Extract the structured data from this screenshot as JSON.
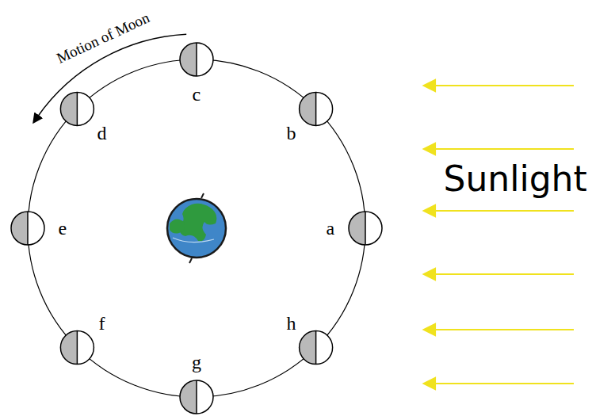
{
  "diagram": {
    "labels": [
      "Motion of Moon",
      "c",
      "b",
      "d",
      "e",
      "a",
      "f",
      "h",
      "g",
      "Sunlight"
    ]
  }
}
